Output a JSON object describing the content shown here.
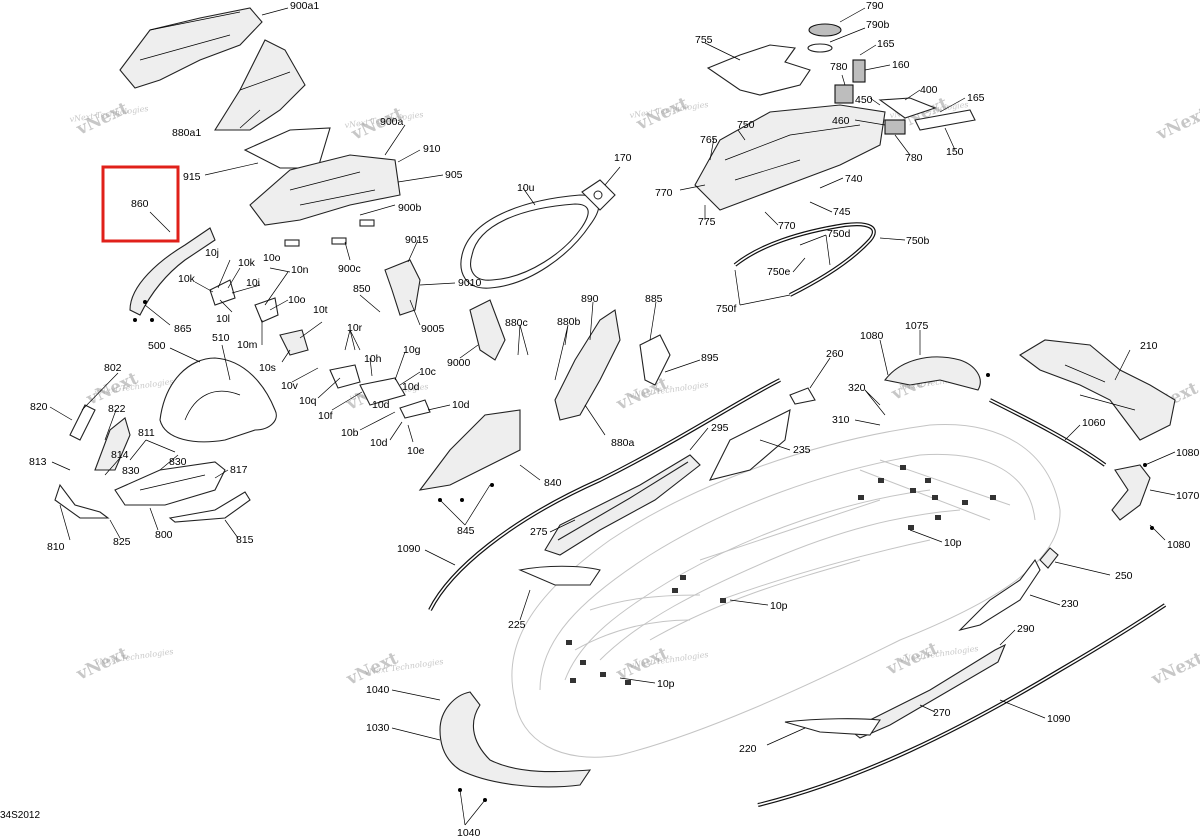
{
  "diagram": {
    "code": "34S2012",
    "watermark": {
      "big": "vNext",
      "small": "vNext Technologies"
    },
    "highlight": {
      "color": "#e0201a",
      "part": "860"
    },
    "labels": {
      "l900a1": "900a1",
      "l880a1": "880a1",
      "l915": "915",
      "l900a": "900a",
      "l910": "910",
      "l905": "905",
      "l900b": "900b",
      "l900c": "900c",
      "l860": "860",
      "l865": "865",
      "l10j": "10j",
      "l10k_a": "10k",
      "l10k_b": "10k",
      "l10i": "10i",
      "l10l": "10l",
      "l10o_a": "10o",
      "l10o_b": "10o",
      "l10n": "10n",
      "l10m": "10m",
      "l10t": "10t",
      "l10s": "10s",
      "l10r": "10r",
      "l10h": "10h",
      "l10g": "10g",
      "l10v": "10v",
      "l10q": "10q",
      "l10f": "10f",
      "l10c": "10c",
      "l10b": "10b",
      "l10d_a": "10d",
      "l10d_b": "10d",
      "l10d_c": "10d",
      "l10e": "10e",
      "l850": "850",
      "l510": "510",
      "l500": "500",
      "l802": "802",
      "l820": "820",
      "l822": "822",
      "l811": "811",
      "l814": "814",
      "l813": "813",
      "l830": "830",
      "l817": "817",
      "l810": "810",
      "l825": "825",
      "l800": "800",
      "l815": "815",
      "l9015": "9015",
      "l9010": "9010",
      "l9005": "9005",
      "l9000": "9000",
      "l890": "890",
      "l885": "885",
      "l880c": "880c",
      "l880b": "880b",
      "l895": "895",
      "l880a": "880a",
      "l840": "840",
      "l845": "845",
      "l10u": "10u",
      "l170": "170",
      "l755": "755",
      "l790": "790",
      "l790b": "790b",
      "l165_a": "165",
      "l160": "160",
      "l780_a": "780",
      "l450": "450",
      "l400": "400",
      "l165_b": "165",
      "l460": "460",
      "l150": "150",
      "l780_b": "780",
      "l750": "750",
      "l765": "765",
      "l770_a": "770",
      "l740": "740",
      "l775": "775",
      "l770_b": "770",
      "l745": "745",
      "l750d": "750d",
      "l750e": "750e",
      "l750b": "750b",
      "l750f": "750f",
      "l1080_a": "1080",
      "l1075": "1075",
      "l260": "260",
      "l210": "210",
      "l320": "320",
      "l310": "310",
      "l1060": "1060",
      "l1080_b": "1080",
      "l1070": "1070",
      "l1080_c": "1080",
      "l295": "295",
      "l235": "235",
      "l275": "275",
      "l1090_a": "1090",
      "l10p_a": "10p",
      "l10p_b": "10p",
      "l10p_c": "10p",
      "l225": "225",
      "l250": "250",
      "l230": "230",
      "l290": "290",
      "l270": "270",
      "l220": "220",
      "l1090_b": "1090",
      "l1040_a": "1040",
      "l1030": "1030",
      "l1040_b": "1040"
    }
  }
}
